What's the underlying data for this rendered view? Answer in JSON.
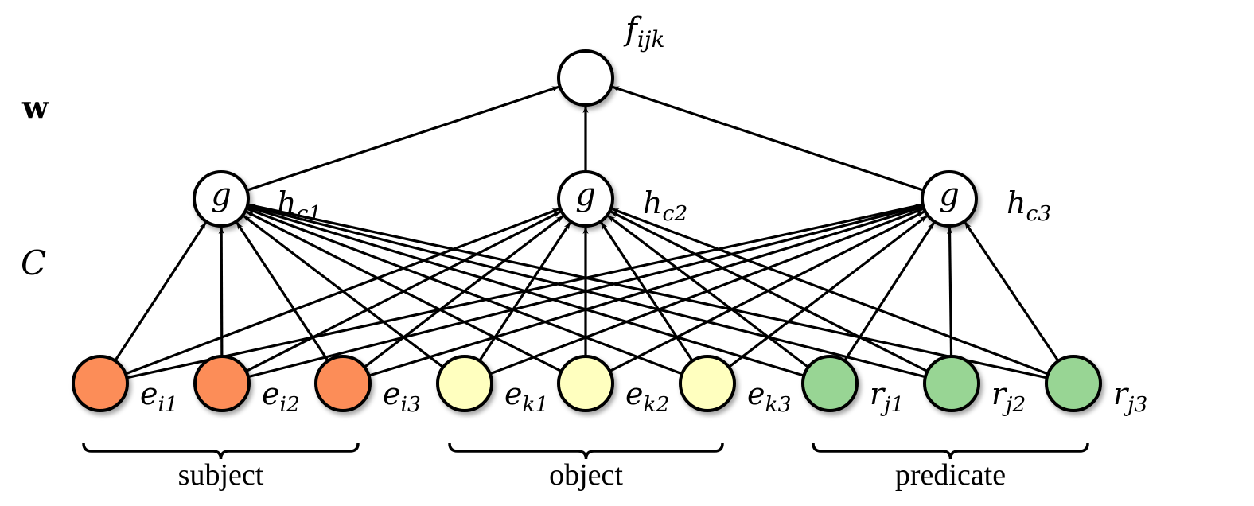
{
  "row_labels": {
    "weights": "w",
    "combination": "C"
  },
  "output_node": {
    "id": "f",
    "label": "f",
    "subscript": "ijk",
    "fill": "#ffffff"
  },
  "hidden_nodes": [
    {
      "id": "hc1",
      "inner": "g",
      "label": "h",
      "subscript": "c1"
    },
    {
      "id": "hc2",
      "inner": "g",
      "label": "h",
      "subscript": "c2"
    },
    {
      "id": "hc3",
      "inner": "g",
      "label": "h",
      "subscript": "c3"
    }
  ],
  "input_nodes": [
    {
      "id": "ei1",
      "label": "e",
      "subscript": "i1",
      "group": "subject"
    },
    {
      "id": "ei2",
      "label": "e",
      "subscript": "i2",
      "group": "subject"
    },
    {
      "id": "ei3",
      "label": "e",
      "subscript": "i3",
      "group": "subject"
    },
    {
      "id": "ek1",
      "label": "e",
      "subscript": "k1",
      "group": "object"
    },
    {
      "id": "ek2",
      "label": "e",
      "subscript": "k2",
      "group": "object"
    },
    {
      "id": "ek3",
      "label": "e",
      "subscript": "k3",
      "group": "object"
    },
    {
      "id": "rj1",
      "label": "r",
      "subscript": "j1",
      "group": "predicate"
    },
    {
      "id": "rj2",
      "label": "r",
      "subscript": "j2",
      "group": "predicate"
    },
    {
      "id": "rj3",
      "label": "r",
      "subscript": "j3",
      "group": "predicate"
    }
  ],
  "groups": [
    {
      "id": "subject",
      "label": "subject",
      "color": "#fc8d59"
    },
    {
      "id": "object",
      "label": "object",
      "color": "#ffffbf"
    },
    {
      "id": "predicate",
      "label": "predicate",
      "color": "#98d594"
    }
  ],
  "edges": {
    "inputs_to_hidden": "all-to-all",
    "hidden_to_output": "all-to-one"
  }
}
